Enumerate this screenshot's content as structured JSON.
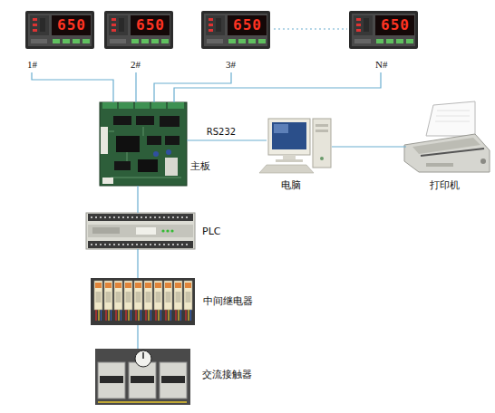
{
  "diagram": {
    "nodes": [
      {
        "text": [
          "650",
          "1#"
        ]
      },
      {
        "text": [
          "650",
          "2#"
        ]
      },
      {
        "text": [
          "650",
          "3#"
        ]
      },
      {
        "text": [
          "650",
          "N#"
        ]
      },
      {
        "text": [
          "主板"
        ]
      },
      {
        "text": [
          "电脑"
        ]
      },
      {
        "text": [
          "打印机"
        ]
      },
      {
        "text": [
          "PLC"
        ]
      },
      {
        "text": [
          "中间继电器"
        ]
      },
      {
        "text": [
          "交流接触器"
        ]
      }
    ],
    "edges": [
      {
        "from": 0,
        "to": 4,
        "arrow": "none"
      },
      {
        "from": 1,
        "to": 4,
        "arrow": "none"
      },
      {
        "from": 2,
        "to": 4,
        "arrow": "none"
      },
      {
        "from": 3,
        "to": 4,
        "arrow": "none"
      },
      {
        "from": 4,
        "to": 5,
        "label": "RS232",
        "arrow": "none"
      },
      {
        "from": 5,
        "to": 6,
        "arrow": "none"
      },
      {
        "from": 4,
        "to": 7,
        "arrow": "none"
      },
      {
        "from": 7,
        "to": 8,
        "arrow": "none"
      },
      {
        "from": 8,
        "to": 9,
        "arrow": "none"
      }
    ]
  }
}
